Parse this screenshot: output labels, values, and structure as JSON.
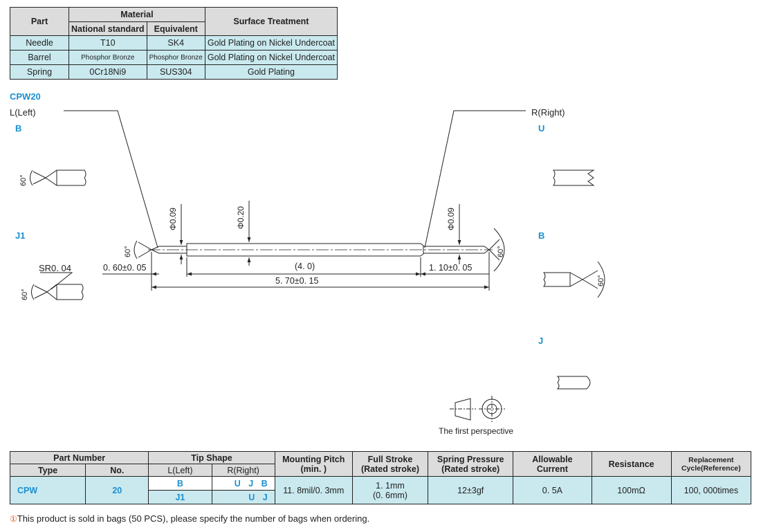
{
  "material_table": {
    "headers": {
      "part": "Part",
      "material": "Material",
      "national": "National standard",
      "equivalent": "Equivalent",
      "surface": "Surface Treatment"
    },
    "rows": [
      {
        "part": "Needle",
        "national": "T10",
        "equivalent": "SK4",
        "surface": "Gold Plating on Nickel Undercoat"
      },
      {
        "part": "Barrel",
        "national": "Phosphor Bronze",
        "equivalent": "Phosphor Bronze",
        "surface": "Gold Plating on Nickel Undercoat"
      },
      {
        "part": "Spring",
        "national": "0Cr18Ni9",
        "equivalent": "SUS304",
        "surface": "Gold Plating"
      }
    ]
  },
  "drawing": {
    "model": "CPW20",
    "left_label": "L(Left)",
    "right_label": "R(Right)",
    "left_tips": [
      "B",
      "J1"
    ],
    "right_tips": [
      "U",
      "B",
      "J"
    ],
    "angle": "60°",
    "sr": "SR0. 04",
    "phi_left": "Φ0.09",
    "phi_mid": "Φ0.20",
    "phi_right": "Φ0.09",
    "dim_left": "0. 60±0. 05",
    "dim_mid": "(4. 0)",
    "dim_right": "1. 10±0. 05",
    "dim_total": "5. 70±0. 15",
    "perspective": "The first perspective",
    "colors": {
      "blue": "#1a8fd0",
      "table_fill": "#c9e9ee",
      "header_fill": "#dcdcdc"
    }
  },
  "spec_table": {
    "headers": {
      "part_number": "Part Number",
      "type": "Type",
      "no": "No.",
      "tip_shape": "Tip Shape",
      "left": "L(Left)",
      "right": "R(Right)",
      "pitch": "Mounting Pitch",
      "pitch_sub": "(min. )",
      "stroke": "Full Stroke",
      "stroke_sub": "(Rated stroke)",
      "pressure": "Spring Pressure",
      "pressure_sub": "(Rated stroke)",
      "current": "Allowable",
      "current_sub": "Current",
      "resistance": "Resistance",
      "cycle": "Replacement",
      "cycle_sub": "Cycle(Reference)"
    },
    "row": {
      "type": "CPW",
      "no": "20",
      "left1": "B",
      "right1": "U J B",
      "left2": "J1",
      "right2": "U J",
      "pitch": "11. 8mil/0. 3mm",
      "stroke": "1. 1mm",
      "stroke2": "(0. 6mm)",
      "pressure": "12±3gf",
      "current": "0. 5A",
      "resistance": "100mΩ",
      "cycle": "100, 000times"
    }
  },
  "note": {
    "mark": "①",
    "text": "This product is sold in bags (50 PCS), please specify the number of bags when ordering."
  }
}
